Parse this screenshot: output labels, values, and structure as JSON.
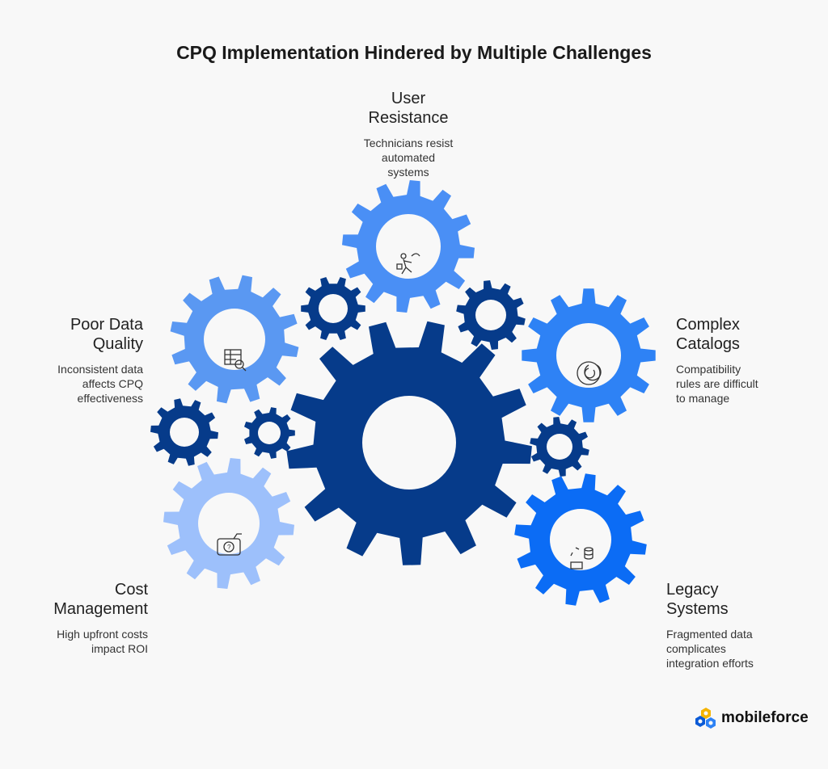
{
  "title": "CPQ Implementation Hindered by Multiple Challenges",
  "challenges": [
    {
      "id": "user",
      "title_l1": "User",
      "title_l2": "Resistance",
      "desc_l1": "Technicians resist",
      "desc_l2": "automated",
      "desc_l3": "systems",
      "icon": "person-running-icon",
      "color": "#4a8ff5"
    },
    {
      "id": "data",
      "title_l1": "Poor Data",
      "title_l2": "Quality",
      "desc_l1": "Inconsistent data",
      "desc_l2": "affects CPQ",
      "desc_l3": "effectiveness",
      "icon": "table-search-icon",
      "color": "#5a98f2"
    },
    {
      "id": "catalogs",
      "title_l1": "Complex",
      "title_l2": "Catalogs",
      "desc_l1": "Compatibility",
      "desc_l2": "rules are difficult",
      "desc_l3": "to manage",
      "icon": "spiral-icon",
      "color": "#2e82f5"
    },
    {
      "id": "cost",
      "title_l1": "Cost",
      "title_l2": "Management",
      "desc_l1": "High upfront costs",
      "desc_l2": "impact ROI",
      "desc_l3": "",
      "icon": "money-question-icon",
      "color": "#9dc0fb"
    },
    {
      "id": "legacy",
      "title_l1": "Legacy",
      "title_l2": "Systems",
      "desc_l1": "Fragmented data",
      "desc_l2": "complicates",
      "desc_l3": "integration efforts",
      "icon": "database-sync-icon",
      "color": "#0b6cf5"
    }
  ],
  "center_color": "#063b8a",
  "logo": {
    "text": "mobileforce"
  }
}
